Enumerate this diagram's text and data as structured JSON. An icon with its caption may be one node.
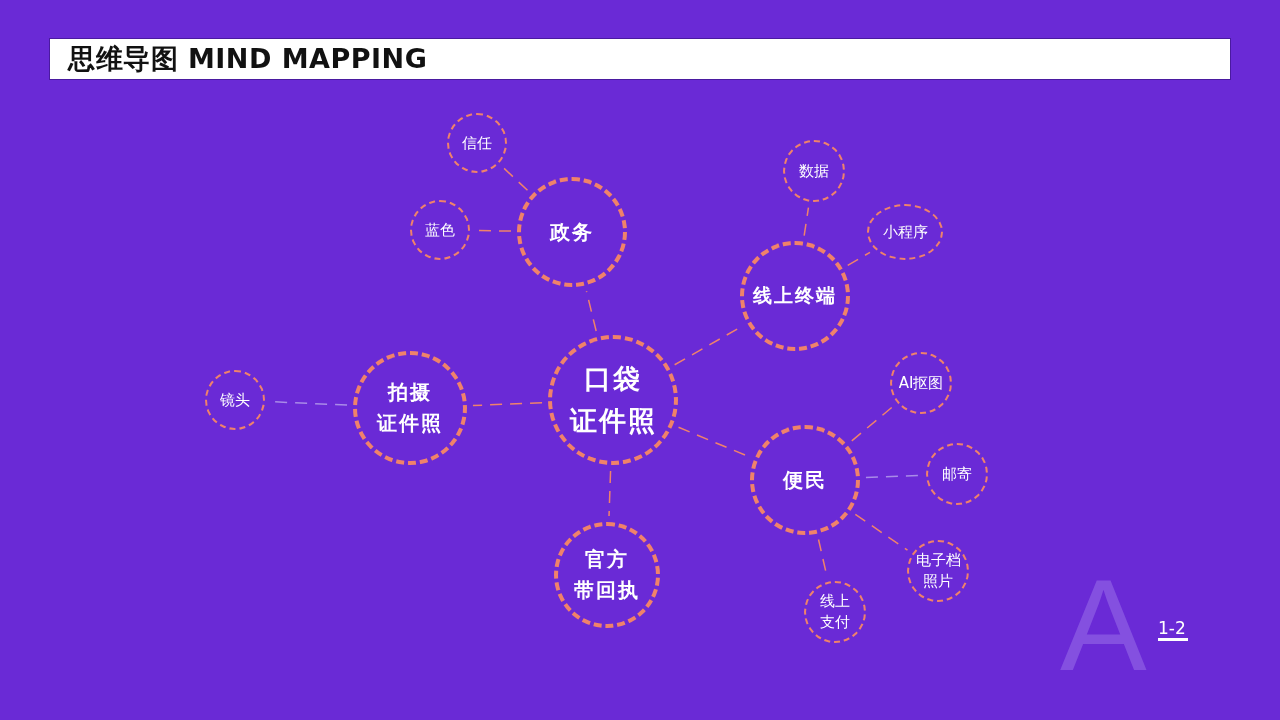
{
  "diagram": {
    "title": "思维导图 MIND MAPPING",
    "nodes": [
      {
        "text": [
          "口袋证件照"
        ]
      },
      {
        "text": [
          "政务"
        ]
      },
      {
        "text": [
          "信任"
        ]
      },
      {
        "text": [
          "蓝色"
        ]
      },
      {
        "text": [
          "线上终端"
        ]
      },
      {
        "text": [
          "数据"
        ]
      },
      {
        "text": [
          "小程序"
        ]
      },
      {
        "text": [
          "拍摄证件照"
        ]
      },
      {
        "text": [
          "镜头"
        ]
      },
      {
        "text": [
          "官方带回执"
        ]
      },
      {
        "text": [
          "便民"
        ]
      },
      {
        "text": [
          "AI抠图"
        ]
      },
      {
        "text": [
          "邮寄"
        ]
      },
      {
        "text": [
          "电子档照片"
        ]
      },
      {
        "text": [
          "线上支付"
        ]
      }
    ],
    "edges": [
      {
        "from": 0,
        "to": 1,
        "arrow": "none",
        "style": "dashed"
      },
      {
        "from": 1,
        "to": 2,
        "arrow": "none",
        "style": "dashed"
      },
      {
        "from": 1,
        "to": 3,
        "arrow": "none",
        "style": "dashed"
      },
      {
        "from": 0,
        "to": 4,
        "arrow": "none",
        "style": "dashed"
      },
      {
        "from": 4,
        "to": 5,
        "arrow": "none",
        "style": "dashed"
      },
      {
        "from": 4,
        "to": 6,
        "arrow": "none",
        "style": "dashed"
      },
      {
        "from": 0,
        "to": 7,
        "arrow": "none",
        "style": "dashed"
      },
      {
        "from": 7,
        "to": 8,
        "arrow": "none",
        "style": "dashed",
        "color": "#a98be8"
      },
      {
        "from": 0,
        "to": 9,
        "arrow": "none",
        "style": "dashed"
      },
      {
        "from": 0,
        "to": 10,
        "arrow": "none",
        "style": "dashed"
      },
      {
        "from": 10,
        "to": 11,
        "arrow": "none",
        "style": "dashed"
      },
      {
        "from": 10,
        "to": 12,
        "arrow": "none",
        "style": "dashed",
        "color": "#a98be8"
      },
      {
        "from": 10,
        "to": 13,
        "arrow": "none",
        "style": "dashed"
      },
      {
        "from": 10,
        "to": 14,
        "arrow": "none",
        "style": "dashed"
      }
    ],
    "labels": [
      "A",
      "1-2"
    ]
  }
}
